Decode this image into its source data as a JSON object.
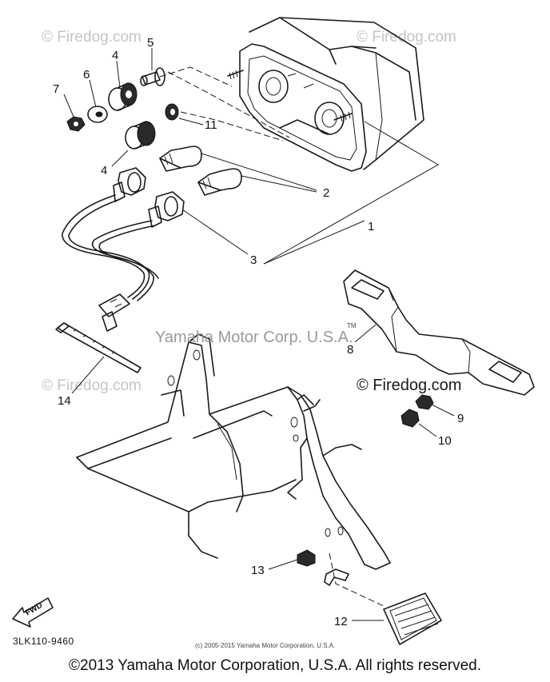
{
  "watermarks": {
    "top_left": "© Firedog.com",
    "top_right": "© Firedog.com",
    "mid_left": "© Firedog.com",
    "mid_right": "© Firedog.com",
    "center": "Yamaha Motor Corp. U.S.A.",
    "tm": "TM"
  },
  "callouts": {
    "c1": "1",
    "c2": "2",
    "c3": "3",
    "c4a": "4",
    "c4b": "4",
    "c5": "5",
    "c6": "6",
    "c7": "7",
    "c8": "8",
    "c9": "9",
    "c10": "10",
    "c11": "11",
    "c12": "12",
    "c13": "13",
    "c14": "14"
  },
  "fwd_label": "FWD",
  "diagram_code": "3LK110-9460",
  "small_copyright": "(c) 2005-2015 Yamaha Motor Corporation, U.S.A.",
  "footer": "©2013 Yamaha Motor Corporation, U.S.A. All rights reserved."
}
